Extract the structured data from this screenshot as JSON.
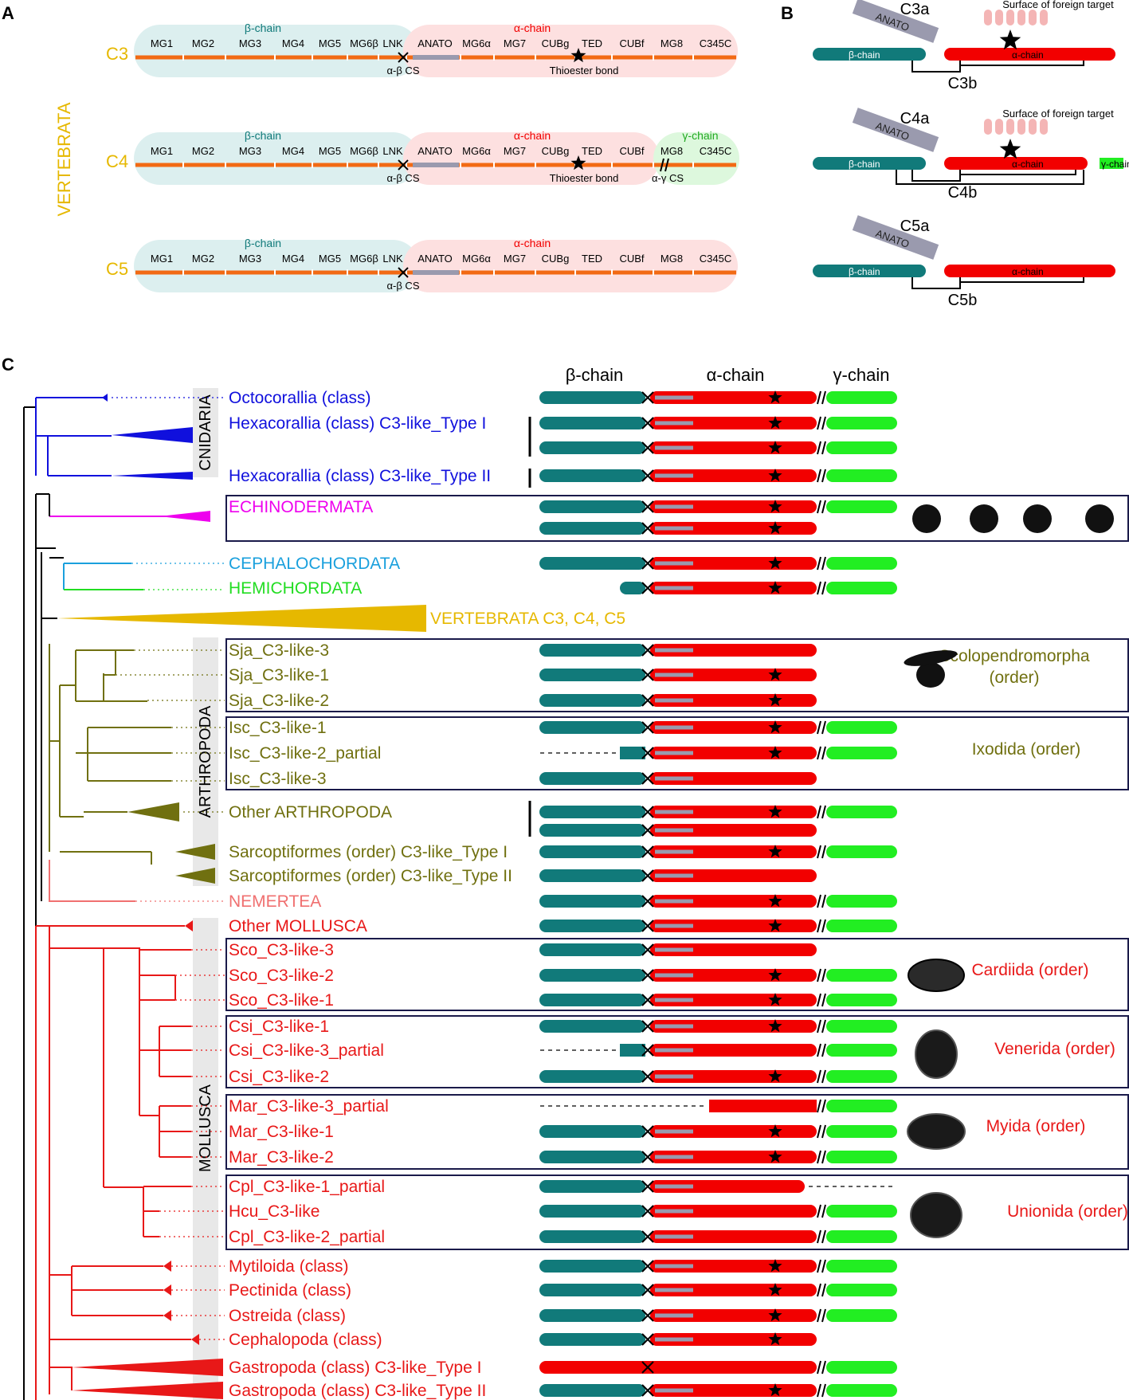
{
  "panel_letters": {
    "a": "A",
    "b": "B",
    "c": "C"
  },
  "colors": {
    "beta": "#117a7a",
    "alpha": "#f20000",
    "gamma": "#22ee22",
    "anato": "#9a9aae",
    "domain_orange": "#f26a14",
    "vertebrata": "#e6b800",
    "cnidaria": "#1010dd",
    "echinodermata": "#ee00ee",
    "cephalochordata": "#1aa0dd",
    "hemichordata": "#22dd22",
    "arthropoda": "#707010",
    "nemertea": "#f07070",
    "mollusca": "#e81818"
  },
  "panel_a": {
    "group_label": "VERTEBRATA",
    "proteins": [
      {
        "name": "C3",
        "beta_label": "β-chain",
        "alpha_label": "α-chain",
        "gamma_label": "",
        "domains": [
          "MG1",
          "MG2",
          "MG3",
          "MG4",
          "MG5",
          "MG6β",
          "LNK",
          "ANATO",
          "MG6α",
          "MG7",
          "CUBg",
          "TED",
          "CUBf",
          "MG8",
          "C345C"
        ],
        "cleavage_ab": "α-β CS",
        "cleavage_ag": "",
        "thioester": "Thioester bond"
      },
      {
        "name": "C4",
        "beta_label": "β-chain",
        "alpha_label": "α-chain",
        "gamma_label": "γ-chain",
        "domains": [
          "MG1",
          "MG2",
          "MG3",
          "MG4",
          "MG5",
          "MG6β",
          "LNK",
          "ANATO",
          "MG6α",
          "MG7",
          "CUBg",
          "TED",
          "CUBf",
          "MG8",
          "C345C"
        ],
        "cleavage_ab": "α-β CS",
        "cleavage_ag": "α-γ CS",
        "thioester": "Thioester bond"
      },
      {
        "name": "C5",
        "beta_label": "β-chain",
        "alpha_label": "α-chain",
        "gamma_label": "",
        "domains": [
          "MG1",
          "MG2",
          "MG3",
          "MG4",
          "MG5",
          "MG6β",
          "LNK",
          "ANATO",
          "MG6α",
          "MG7",
          "CUBg",
          "TED",
          "CUBf",
          "MG8",
          "C345C"
        ],
        "cleavage_ab": "α-β CS",
        "cleavage_ag": "",
        "thioester": ""
      }
    ]
  },
  "panel_b": {
    "items": [
      {
        "small": "C3a",
        "anato": "ANATO",
        "big": "C3b",
        "beta": "β-chain",
        "alpha": "α-chain",
        "gamma": "",
        "surface": "Surface of foreign target"
      },
      {
        "small": "C4a",
        "anato": "ANATO",
        "big": "C4b",
        "beta": "β-chain",
        "alpha": "α-chain",
        "gamma": "γ-chain",
        "surface": "Surface of foreign target"
      },
      {
        "small": "C5a",
        "anato": "ANATO",
        "big": "C5b",
        "beta": "β-chain",
        "alpha": "α-chain",
        "gamma": "",
        "surface": ""
      }
    ]
  },
  "panel_c": {
    "headers": {
      "beta": "β-chain",
      "alpha": "α-chain",
      "gamma": "γ-chain"
    },
    "phyla": [
      "CNIDARIA",
      "ARTHROPODA",
      "MOLLUSCA"
    ],
    "taxa": [
      {
        "label": "Octocorallia (class)",
        "color": "cnidaria",
        "beta": "full",
        "alpha": "full",
        "star": true,
        "gamma": true
      },
      {
        "label": "Hexacorallia (class) C3-like_Type I",
        "color": "cnidaria",
        "beta": "full",
        "alpha": "full",
        "star": true,
        "gamma": true
      },
      {
        "label": "",
        "color": "cnidaria",
        "beta": "full",
        "alpha": "full",
        "star": true,
        "gamma": true
      },
      {
        "label": "Hexacorallia (class) C3-like_Type II",
        "color": "cnidaria",
        "beta": "full",
        "alpha": "full",
        "star": true,
        "gamma": true
      },
      {
        "label": "ECHINODERMATA",
        "color": "echinodermata",
        "beta": "full",
        "alpha": "full",
        "star": true,
        "gamma": true
      },
      {
        "label": "",
        "color": "echinodermata",
        "beta": "full",
        "alpha": "full",
        "star": true,
        "gamma": false
      },
      {
        "label": "CEPHALOCHORDATA",
        "color": "cephalochordata",
        "beta": "full",
        "alpha": "full",
        "star": true,
        "gamma": true
      },
      {
        "label": "HEMICHORDATA",
        "color": "hemichordata",
        "beta": "short",
        "alpha": "full",
        "star": true,
        "gamma": true
      },
      {
        "label": "VERTEBRATA C3, C4, C5",
        "color": "vertebrata",
        "beta": "none",
        "alpha": "none",
        "star": false,
        "gamma": false
      },
      {
        "label": "Sja_C3-like-3",
        "color": "arthropoda",
        "beta": "full",
        "alpha": "full",
        "star": false,
        "gamma": false
      },
      {
        "label": "Sja_C3-like-1",
        "color": "arthropoda",
        "beta": "full",
        "alpha": "full",
        "star": true,
        "gamma": false
      },
      {
        "label": "Sja_C3-like-2",
        "color": "arthropoda",
        "beta": "full",
        "alpha": "full",
        "star": true,
        "gamma": false
      },
      {
        "label": "Isc_C3-like-1",
        "color": "arthropoda",
        "beta": "full",
        "alpha": "full",
        "star": true,
        "gamma": true
      },
      {
        "label": "Isc_C3-like-2_partial",
        "color": "arthropoda",
        "beta": "partial",
        "alpha": "full",
        "star": true,
        "gamma": true
      },
      {
        "label": "Isc_C3-like-3",
        "color": "arthropoda",
        "beta": "full",
        "alpha": "full",
        "star": false,
        "gamma": false
      },
      {
        "label": "Other ARTHROPODA",
        "color": "arthropoda",
        "beta": "full",
        "alpha": "full",
        "star": true,
        "gamma": true
      },
      {
        "label": "",
        "color": "arthropoda",
        "beta": "full",
        "alpha": "full",
        "star": false,
        "gamma": false
      },
      {
        "label": "Sarcoptiformes (order) C3-like_Type I",
        "color": "arthropoda",
        "beta": "full",
        "alpha": "full",
        "star": true,
        "gamma": true
      },
      {
        "label": "Sarcoptiformes (order) C3-like_Type II",
        "color": "arthropoda",
        "beta": "full",
        "alpha": "full",
        "star": false,
        "gamma": false
      },
      {
        "label": "NEMERTEA",
        "color": "nemertea",
        "beta": "full",
        "alpha": "full",
        "star": true,
        "gamma": true
      },
      {
        "label": "Other MOLLUSCA",
        "color": "mollusca",
        "beta": "full",
        "alpha": "full",
        "star": true,
        "gamma": true
      },
      {
        "label": "Sco_C3-like-3",
        "color": "mollusca",
        "beta": "full",
        "alpha": "full",
        "star": false,
        "gamma": false
      },
      {
        "label": "Sco_C3-like-2",
        "color": "mollusca",
        "beta": "full",
        "alpha": "full",
        "star": true,
        "gamma": true
      },
      {
        "label": "Sco_C3-like-1",
        "color": "mollusca",
        "beta": "full",
        "alpha": "full",
        "star": true,
        "gamma": true
      },
      {
        "label": "Csi_C3-like-1",
        "color": "mollusca",
        "beta": "full",
        "alpha": "full",
        "star": true,
        "gamma": true
      },
      {
        "label": "Csi_C3-like-3_partial",
        "color": "mollusca",
        "beta": "partial",
        "alpha": "full",
        "star": false,
        "gamma": true
      },
      {
        "label": "Csi_C3-like-2",
        "color": "mollusca",
        "beta": "full",
        "alpha": "full",
        "star": true,
        "gamma": true
      },
      {
        "label": "Mar_C3-like-3_partial",
        "color": "mollusca",
        "beta": "none-dashed",
        "alpha": "partial",
        "star": false,
        "gamma": true
      },
      {
        "label": "Mar_C3-like-1",
        "color": "mollusca",
        "beta": "full",
        "alpha": "full",
        "star": true,
        "gamma": true
      },
      {
        "label": "Mar_C3-like-2",
        "color": "mollusca",
        "beta": "full",
        "alpha": "full",
        "star": true,
        "gamma": true
      },
      {
        "label": "Cpl_C3-like-1_partial",
        "color": "mollusca",
        "beta": "full",
        "alpha": "truncated",
        "star": false,
        "gamma": false
      },
      {
        "label": "Hcu_C3-like",
        "color": "mollusca",
        "beta": "full",
        "alpha": "full",
        "star": false,
        "gamma": true
      },
      {
        "label": "Cpl_C3-like-2_partial",
        "color": "mollusca",
        "beta": "full",
        "alpha": "full",
        "star": false,
        "gamma": true
      },
      {
        "label": "Mytiloida (class)",
        "color": "mollusca",
        "beta": "full",
        "alpha": "full",
        "star": true,
        "gamma": true
      },
      {
        "label": "Pectinida (class)",
        "color": "mollusca",
        "beta": "full",
        "alpha": "full",
        "star": true,
        "gamma": true
      },
      {
        "label": "Ostreida (class)",
        "color": "mollusca",
        "beta": "full",
        "alpha": "full",
        "star": true,
        "gamma": true
      },
      {
        "label": "Cephalopoda (class)",
        "color": "mollusca",
        "beta": "full",
        "alpha": "full",
        "star": true,
        "gamma": false
      },
      {
        "label": "Gastropoda (class) C3-like_Type I",
        "color": "mollusca",
        "beta": "alpha-only",
        "alpha": "full",
        "star": false,
        "gamma": true
      },
      {
        "label": "Gastropoda (class) C3-like_Type II",
        "color": "mollusca",
        "beta": "full",
        "alpha": "full",
        "star": true,
        "gamma": true
      }
    ],
    "order_labels": [
      {
        "text": "Scolopendromorpha",
        "text2": "(order)",
        "color": "arthropoda"
      },
      {
        "text": "Ixodida (order)",
        "text2": "",
        "color": "arthropoda"
      },
      {
        "text": "Cardiida (order)",
        "text2": "",
        "color": "mollusca"
      },
      {
        "text": "Venerida (order)",
        "text2": "",
        "color": "mollusca"
      },
      {
        "text": "Myida (order)",
        "text2": "",
        "color": "mollusca"
      },
      {
        "text": "Unionida (order)",
        "text2": "",
        "color": "mollusca"
      }
    ]
  }
}
